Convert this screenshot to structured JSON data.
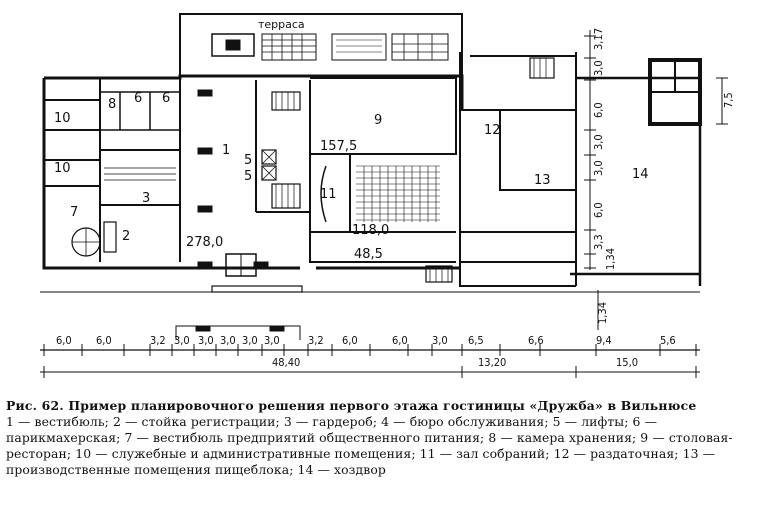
{
  "plan": {
    "terrace_label": "терраса",
    "rooms": {
      "r1": "1",
      "r2": "2",
      "r3": "3",
      "r5a": "5",
      "r5b": "5",
      "r6a": "6",
      "r6b": "6",
      "r7": "7",
      "r8": "8",
      "r9": "9",
      "r10a": "10",
      "r10b": "10",
      "r11": "11",
      "r12": "12",
      "r13": "13",
      "r14": "14"
    },
    "areas": {
      "a278": "278,0",
      "a157": "157,5",
      "a118": "118,0",
      "a48": "48,5"
    },
    "dims_bottom": [
      "6,0",
      "6,0",
      "3,2",
      "3,0",
      "3,0",
      "3,0",
      "3,0",
      "3,0",
      "3,2",
      "6,0",
      "6,0",
      "3,0",
      "6,5",
      "6,6",
      "9,4",
      "5,6"
    ],
    "dims_totals": {
      "t1": "48,40",
      "t2": "13,20",
      "t3": "15,0"
    },
    "dims_right": [
      "3,17",
      "3,0",
      "6,0",
      "3,0",
      "3,0",
      "6,0",
      "3,3",
      "1,34"
    ],
    "dim_hozdvor": "7,5",
    "dim_134": "1,34"
  },
  "caption": {
    "title": "Рис. 62. Пример планировочного решения первого этажа гостиницы «Дружба» в Вильнюсе",
    "legend": "1 — вестибюль; 2 — стойка регистрации; 3 — гардероб; 4 — бюро обслуживания; 5 — лифты; 6 — парикмахерская; 7 — вестибюль предприятий общественного питания; 8 — камера хранения; 9 — столовая-ресторан; 10 — служебные и административные помещения; 11 — зал собраний; 12 — раздаточная; 13 — производственные помещения пищеблока; 14 — хоздвор"
  }
}
